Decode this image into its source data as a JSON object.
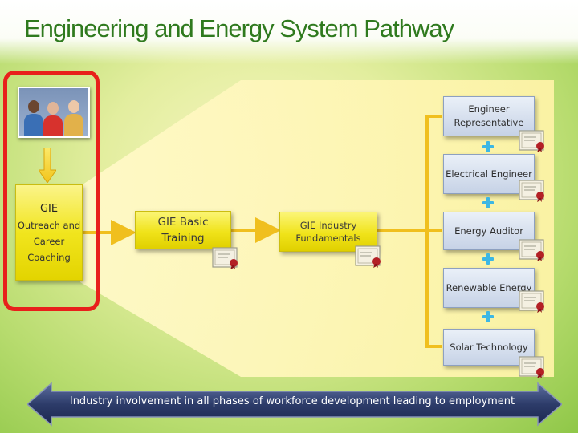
{
  "slide": {
    "title": "Engineering and Energy System Pathway"
  },
  "start": {
    "gie_label": "GIE",
    "gie_description": "Outreach and Career Coaching",
    "photo_icon": "students-photo-icon"
  },
  "stages": [
    {
      "label": "GIE Basic Training"
    },
    {
      "label": "GIE Industry Fundamentals"
    }
  ],
  "careers": [
    {
      "label": "Engineer Representative"
    },
    {
      "label": "Electrical Engineer"
    },
    {
      "label": "Energy Auditor"
    },
    {
      "label": "Renewable Energy"
    },
    {
      "label": "Solar Technology"
    }
  ],
  "footer": {
    "banner_text": "Industry involvement in all phases of workforce development leading to employment"
  },
  "colors": {
    "title": "#2f7a1e",
    "highlight_frame": "#e8201b",
    "stage_fill": "#f0e31a",
    "career_fill": "#c6d2e6",
    "connector": "#f0bf1e",
    "plus": "#3db7e4",
    "banner": "#2a3a66"
  }
}
